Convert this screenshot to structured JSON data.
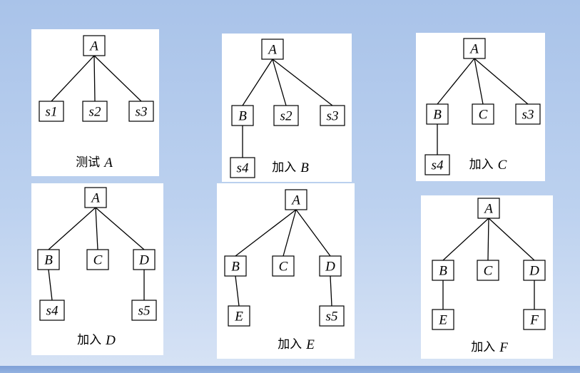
{
  "trees": [
    {
      "caption_prefix": "测试",
      "caption_var": "A",
      "nodes": [
        {
          "id": "A",
          "label": "A"
        },
        {
          "id": "s1",
          "label": "s1"
        },
        {
          "id": "s2",
          "label": "s2"
        },
        {
          "id": "s3",
          "label": "s3"
        }
      ],
      "edges": [
        [
          "A",
          "s1"
        ],
        [
          "A",
          "s2"
        ],
        [
          "A",
          "s3"
        ]
      ]
    },
    {
      "caption_prefix": "加入",
      "caption_var": "B",
      "nodes": [
        {
          "id": "A",
          "label": "A"
        },
        {
          "id": "B",
          "label": "B"
        },
        {
          "id": "s2",
          "label": "s2"
        },
        {
          "id": "s3",
          "label": "s3"
        },
        {
          "id": "s4",
          "label": "s4"
        }
      ],
      "edges": [
        [
          "A",
          "B"
        ],
        [
          "A",
          "s2"
        ],
        [
          "A",
          "s3"
        ],
        [
          "B",
          "s4"
        ]
      ]
    },
    {
      "caption_prefix": "加入",
      "caption_var": "C",
      "nodes": [
        {
          "id": "A",
          "label": "A"
        },
        {
          "id": "B",
          "label": "B"
        },
        {
          "id": "C",
          "label": "C"
        },
        {
          "id": "s3",
          "label": "s3"
        },
        {
          "id": "s4",
          "label": "s4"
        }
      ],
      "edges": [
        [
          "A",
          "B"
        ],
        [
          "A",
          "C"
        ],
        [
          "A",
          "s3"
        ],
        [
          "B",
          "s4"
        ]
      ]
    },
    {
      "caption_prefix": "加入",
      "caption_var": "D",
      "nodes": [
        {
          "id": "A",
          "label": "A"
        },
        {
          "id": "B",
          "label": "B"
        },
        {
          "id": "C",
          "label": "C"
        },
        {
          "id": "D",
          "label": "D"
        },
        {
          "id": "s4",
          "label": "s4"
        },
        {
          "id": "s5",
          "label": "s5"
        }
      ],
      "edges": [
        [
          "A",
          "B"
        ],
        [
          "A",
          "C"
        ],
        [
          "A",
          "D"
        ],
        [
          "B",
          "s4"
        ],
        [
          "D",
          "s5"
        ]
      ]
    },
    {
      "caption_prefix": "加入",
      "caption_var": "E",
      "nodes": [
        {
          "id": "A",
          "label": "A"
        },
        {
          "id": "B",
          "label": "B"
        },
        {
          "id": "C",
          "label": "C"
        },
        {
          "id": "D",
          "label": "D"
        },
        {
          "id": "E",
          "label": "E"
        },
        {
          "id": "s5",
          "label": "s5"
        }
      ],
      "edges": [
        [
          "A",
          "B"
        ],
        [
          "A",
          "C"
        ],
        [
          "A",
          "D"
        ],
        [
          "B",
          "E"
        ],
        [
          "D",
          "s5"
        ]
      ]
    },
    {
      "caption_prefix": "加入",
      "caption_var": "F",
      "nodes": [
        {
          "id": "A",
          "label": "A"
        },
        {
          "id": "B",
          "label": "B"
        },
        {
          "id": "C",
          "label": "C"
        },
        {
          "id": "D",
          "label": "D"
        },
        {
          "id": "E",
          "label": "E"
        },
        {
          "id": "F",
          "label": "F"
        }
      ],
      "edges": [
        [
          "A",
          "B"
        ],
        [
          "A",
          "C"
        ],
        [
          "A",
          "D"
        ],
        [
          "B",
          "E"
        ],
        [
          "D",
          "F"
        ]
      ]
    }
  ]
}
